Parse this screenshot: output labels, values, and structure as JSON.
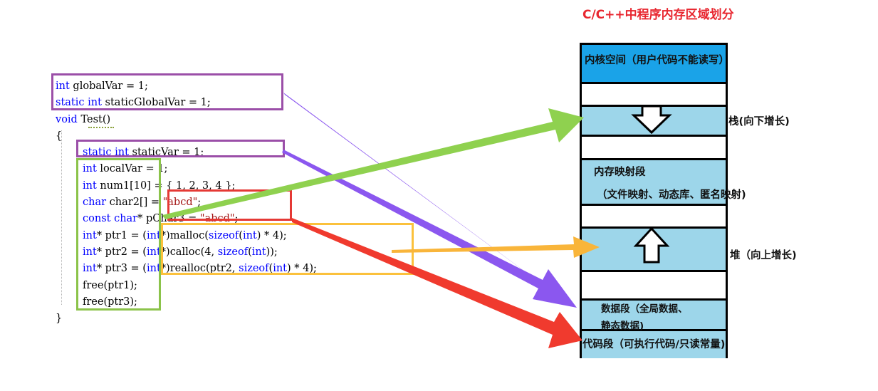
{
  "title": "C/C++中程序内存区域划分",
  "code": {
    "lines": [
      [
        {
          "t": "int",
          "c": "kw"
        },
        {
          "t": " globalVar = 1;"
        }
      ],
      [
        {
          "t": "static",
          "c": "kw"
        },
        {
          "t": " "
        },
        {
          "t": "int",
          "c": "kw"
        },
        {
          "t": " staticGlobalVar = 1;"
        }
      ],
      [
        {
          "t": "void",
          "c": "kw"
        },
        {
          "t": " Test()"
        }
      ],
      [
        {
          "t": "{"
        }
      ],
      [
        {
          "t": "static",
          "c": "kw"
        },
        {
          "t": " "
        },
        {
          "t": "int",
          "c": "kw"
        },
        {
          "t": " staticVar = 1;"
        }
      ],
      [
        {
          "t": "int",
          "c": "kw"
        },
        {
          "t": " localVar = 1;"
        }
      ],
      [
        {
          "t": "int",
          "c": "kw"
        },
        {
          "t": " num1[10] = { 1, 2, 3, 4 };"
        }
      ],
      [
        {
          "t": "char",
          "c": "kw"
        },
        {
          "t": " char2[] = "
        },
        {
          "t": "\"abcd\"",
          "c": "str"
        },
        {
          "t": ";"
        }
      ],
      [
        {
          "t": "const",
          "c": "kw"
        },
        {
          "t": " "
        },
        {
          "t": "char",
          "c": "kw"
        },
        {
          "t": "* pChar3 = "
        },
        {
          "t": "\"abcd\"",
          "c": "str"
        },
        {
          "t": ";"
        }
      ],
      [
        {
          "t": "int",
          "c": "kw"
        },
        {
          "t": "* ptr1 = ("
        },
        {
          "t": "int",
          "c": "kw"
        },
        {
          "t": "*)malloc("
        },
        {
          "t": "sizeof",
          "c": "kw"
        },
        {
          "t": "("
        },
        {
          "t": "int",
          "c": "kw"
        },
        {
          "t": ") * 4);"
        }
      ],
      [
        {
          "t": "int",
          "c": "kw"
        },
        {
          "t": "* ptr2 = ("
        },
        {
          "t": "int",
          "c": "kw"
        },
        {
          "t": "*)calloc(4, "
        },
        {
          "t": "sizeof",
          "c": "kw"
        },
        {
          "t": "("
        },
        {
          "t": "int",
          "c": "kw"
        },
        {
          "t": "));"
        }
      ],
      [
        {
          "t": "int",
          "c": "kw"
        },
        {
          "t": "* ptr3 = ("
        },
        {
          "t": "int",
          "c": "kw"
        },
        {
          "t": "*)realloc(ptr2, "
        },
        {
          "t": "sizeof",
          "c": "kw"
        },
        {
          "t": "("
        },
        {
          "t": "int",
          "c": "kw"
        },
        {
          "t": ") * 4);"
        }
      ],
      [
        {
          "t": "free(ptr1);"
        }
      ],
      [
        {
          "t": "free(ptr3);"
        }
      ],
      [
        {
          "t": "}"
        }
      ]
    ],
    "indented": [
      4,
      5,
      6,
      7,
      8,
      9,
      10,
      11,
      12,
      13
    ]
  },
  "memory": {
    "kernel": "内核空间（用户代码不能读写）",
    "stack": "栈(向下增长)",
    "mmap_line1": "内存映射段",
    "mmap_line2": "（文件映射、动态库、匿名映射)",
    "heap": "堆（向上增长)",
    "data_line1": "数据段（全局数据、",
    "data_line2": "静态数据)",
    "code_seg": "代码段（可执行代码/只读常量)"
  },
  "colors": {
    "kernel_fill": "#1aa3e8",
    "segment_fill": "#9dd6ea",
    "gap_fill": "#ffffff",
    "globals_box": "#9b4fa8",
    "locals_box": "#8bc34a",
    "literal_box": "#e53935",
    "heap_box": "#fbc13c",
    "stack_arrow": "#8fd14f",
    "heap_arrow": "#f9b53a",
    "data_arrow": "#8b57ef",
    "code_arrow": "#f03a2e"
  }
}
